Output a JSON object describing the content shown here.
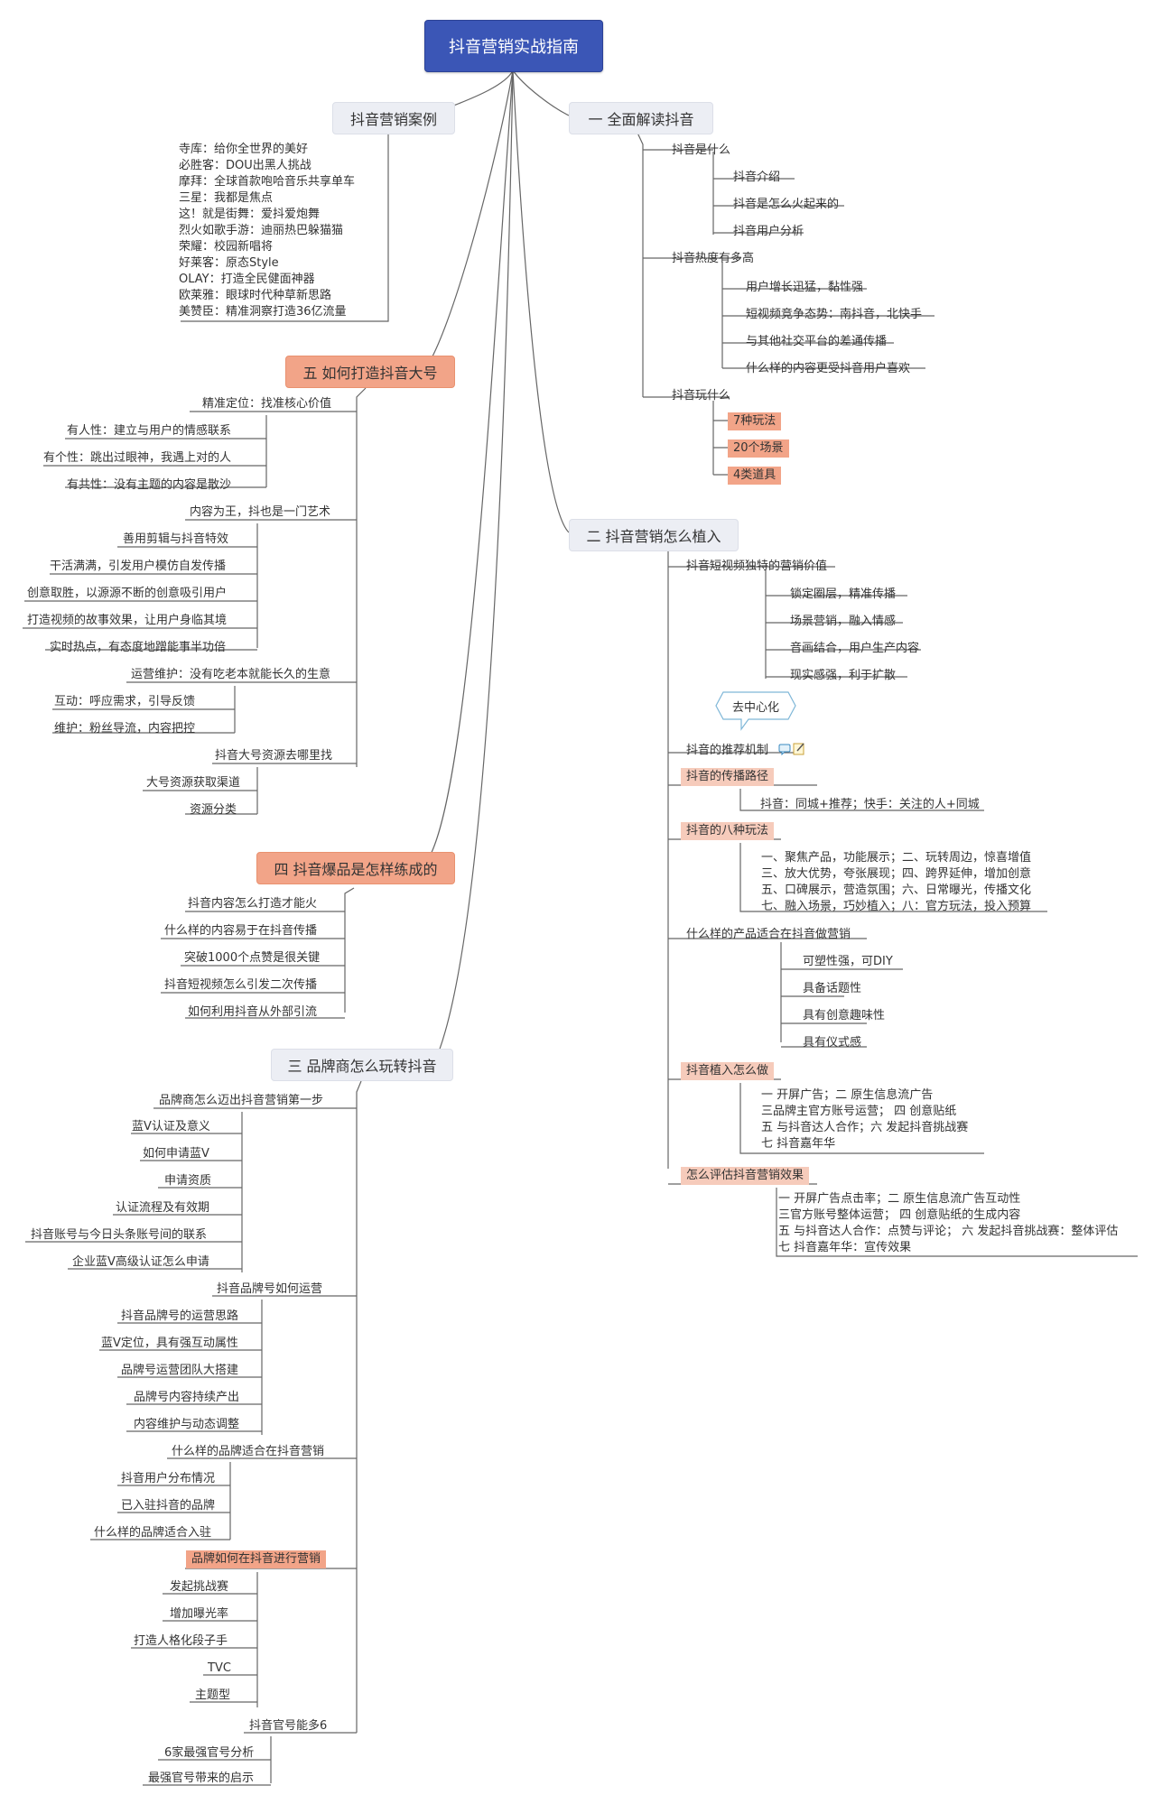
{
  "title": "抖音营销实战指南",
  "colors": {
    "root": "#3b56b6",
    "highlight": "#f2a488",
    "highlight_light": "#f6cbbb",
    "box_gray": "#eceef4",
    "wire": "#666666"
  },
  "cases": {
    "label": "抖音营销案例",
    "lines": [
      "寺库：给你全世界的美好",
      "必胜客：DOU出黑人挑战",
      "摩拜：全球首款咆哈音乐共享单车",
      "三星：我都是焦点",
      "这！就是街舞：爱抖爱炮舞",
      "烈火如歌手游：迪丽热巴躲猫猫",
      "荣耀：校园新唱将",
      "好莱客：原态Style",
      "OLAY：打造全民健面神器",
      "欧莱雅：眼球时代种草新思路",
      "美赞臣：精准洞察打造36亿流量"
    ]
  },
  "s1": {
    "label": "一 全面解读抖音",
    "what": {
      "label": "抖音是什么",
      "items": [
        "抖音介绍",
        "抖音是怎么火起来的",
        "抖音用户分析"
      ]
    },
    "heat": {
      "label": "抖音热度有多高",
      "items": [
        "用户增长迅猛，黏性强",
        "短视频竞争态势：南抖音，北快手",
        "与其他社交平台的差通传播",
        "什么样的内容更受抖音用户喜欢"
      ]
    },
    "play": {
      "label": "抖音玩什么",
      "items": [
        "7种玩法",
        "20个场景",
        "4类道具"
      ]
    }
  },
  "s2": {
    "label": "二 抖音营销怎么植入",
    "value": {
      "label": "抖音短视频独特的营销价值",
      "items": [
        "锁定圈层，精准传播",
        "场景营销，融入情感",
        "音画结合，用户生产内容",
        "现实感强，利于扩散"
      ]
    },
    "callout": "去中心化",
    "recommend": "抖音的推荐机制",
    "path": {
      "label": "抖音的传播路径",
      "text": "抖音：同城+推荐；快手：关注的人+同城"
    },
    "eight": {
      "label": "抖音的八种玩法",
      "lines": [
        "一、聚焦产品，功能展示；二、玩转周边，惊喜增值",
        "三、放大优势，夸张展现；四、跨界延伸，增加创意",
        "五、口碑展示，营造氛围；六、日常曝光，传播文化",
        "七、融入场景，巧妙植入；八：官方玩法，投入预算"
      ]
    },
    "suit": {
      "label": "什么样的产品适合在抖音做营销",
      "items": [
        "可塑性强，可DIY",
        "具备话题性",
        "具有创意趣味性",
        "具有仪式感"
      ]
    },
    "implant": {
      "label": "抖音植入怎么做",
      "lines": [
        "一 开屏广告；二 原生信息流广告",
        "三品牌主官方账号运营；  四 创意贴纸",
        "五 与抖音达人合作；六 发起抖音挑战赛",
        "七 抖音嘉年华"
      ]
    },
    "eval": {
      "label": "怎么评估抖音营销效果",
      "lines": [
        "一 开屏广告点击率；二 原生信息流广告互动性",
        "三官方账号整体运营；  四 创意贴纸的生成内容",
        "五 与抖音达人合作：点赞与评论；  六 发起抖音挑战赛：整体评估",
        "七 抖音嘉年华：宣传效果"
      ]
    }
  },
  "s5": {
    "label": "五 如何打造抖音大号",
    "position": {
      "label": "精准定位：找准核心价值",
      "items": [
        "有人性：建立与用户的情感联系",
        "有个性：跳出过眼神，我遇上对的人",
        "有共性：没有主题的内容是散沙"
      ]
    },
    "content": {
      "label": "内容为王，抖也是一门艺术",
      "items": [
        "善用剪辑与抖音特效",
        "干活满满，引发用户模仿自发传播",
        "创意取胜，以源源不断的创意吸引用户",
        "打造视频的故事效果，让用户身临其境",
        "实时热点，有态度地蹭能事半功倍"
      ]
    },
    "ops": {
      "label": "运营维护：没有吃老本就能长久的生意",
      "items": [
        "互动：呼应需求，引导反馈",
        "维护：粉丝导流，内容把控"
      ]
    },
    "resource": {
      "label": "抖音大号资源去哪里找",
      "items": [
        "大号资源获取渠道",
        "资源分类"
      ]
    }
  },
  "s4": {
    "label": "四 抖音爆品是怎样练成的",
    "items": [
      "抖音内容怎么打造才能火",
      "什么样的内容易于在抖音传播",
      "突破1000个点赞是很关键",
      "抖音短视频怎么引发二次传播",
      "如何利用抖音从外部引流"
    ]
  },
  "s3": {
    "label": "三 品牌商怎么玩转抖音",
    "first": {
      "label": "品牌商怎么迈出抖音营销第一步",
      "items": [
        "蓝V认证及意义",
        "如何申请蓝V",
        "申请资质",
        "认证流程及有效期",
        "抖音账号与今日头条账号间的联系",
        "企业蓝V高级认证怎么申请"
      ]
    },
    "run": {
      "label": "抖音品牌号如何运营",
      "items": [
        "抖音品牌号的运营思路",
        "蓝V定位，具有强互动属性",
        "品牌号运营团队大搭建",
        "品牌号内容持续产出",
        "内容维护与动态调整"
      ]
    },
    "suit": {
      "label": "什么样的品牌适合在抖音营销",
      "items": [
        "抖音用户分布情况",
        "已入驻抖音的品牌",
        "什么样的品牌适合入驻"
      ]
    },
    "how": {
      "label": "品牌如何在抖音进行营销",
      "items": [
        "发起挑战赛",
        "增加曝光率",
        "打造人格化段子手",
        "TVC",
        "主题型"
      ]
    },
    "official": {
      "label": "抖音官号能多6",
      "items": [
        "6家最强官号分析",
        "最强官号带来的启示"
      ]
    }
  }
}
